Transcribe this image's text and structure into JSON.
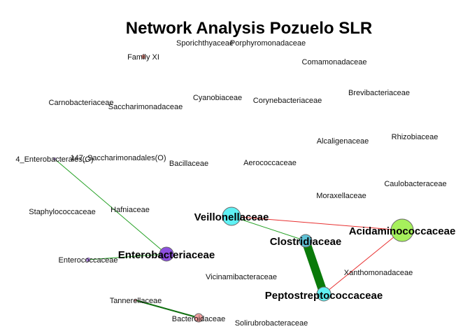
{
  "title": "Network Analysis Pozuelo SLR",
  "nodes": [
    {
      "id": "family_xi",
      "label": "Family XI",
      "color": "#d8847a",
      "highlight": false
    },
    {
      "id": "sporichthyaceae",
      "label": "Sporichthyaceae",
      "color": "",
      "highlight": false
    },
    {
      "id": "porphyromonadaceae",
      "label": "Porphyromonadaceae",
      "color": "",
      "highlight": false
    },
    {
      "id": "comamonadaceae",
      "label": "Comamonadaceae",
      "color": "",
      "highlight": false
    },
    {
      "id": "brevibacteriaceae",
      "label": "Brevibacteriaceae",
      "color": "",
      "highlight": false
    },
    {
      "id": "carnobacteriaceae",
      "label": "Carnobacteriaceae",
      "color": "",
      "highlight": false
    },
    {
      "id": "cyanobiaceae",
      "label": "Cyanobiaceae",
      "color": "",
      "highlight": false
    },
    {
      "id": "corynebacteriaceae",
      "label": "Corynebacteriaceae",
      "color": "",
      "highlight": false
    },
    {
      "id": "saccharimonadaceae",
      "label": "Saccharimonadaceae",
      "color": "",
      "highlight": false
    },
    {
      "id": "rhizobiaceae",
      "label": "Rhizobiaceae",
      "color": "",
      "highlight": false
    },
    {
      "id": "alcaligenaceae",
      "label": "Alcaligenaceae",
      "color": "",
      "highlight": false
    },
    {
      "id": "enterobacterales_o",
      "label": "4_Enterobacterales(O)",
      "color": "#c9a6f0",
      "highlight": false
    },
    {
      "id": "saccharimonadales_o",
      "label": "147_Saccharimonadales(O)",
      "color": "",
      "highlight": false
    },
    {
      "id": "bacillaceae",
      "label": "Bacillaceae",
      "color": "",
      "highlight": false
    },
    {
      "id": "aerococcaceae",
      "label": "Aerococcaceae",
      "color": "",
      "highlight": false
    },
    {
      "id": "caulobacteraceae",
      "label": "Caulobacteraceae",
      "color": "",
      "highlight": false
    },
    {
      "id": "moraxellaceae",
      "label": "Moraxellaceae",
      "color": "",
      "highlight": false
    },
    {
      "id": "staphylococcaceae",
      "label": "Staphylococcaceae",
      "color": "",
      "highlight": false
    },
    {
      "id": "hafniaceae",
      "label": "Hafniaceae",
      "color": "",
      "highlight": false
    },
    {
      "id": "veillonellaceae",
      "label": "Veillonellaceae",
      "color": "#5ff1f4",
      "highlight": true
    },
    {
      "id": "acidaminococcaceae",
      "label": "Acidaminococcaceae",
      "color": "#a6f05c",
      "highlight": true
    },
    {
      "id": "clostridiaceae",
      "label": "Clostridiaceae",
      "color": "#5fc2d6",
      "highlight": true
    },
    {
      "id": "enterobacteriaceae",
      "label": "Enterobacteriaceae",
      "color": "#8d4fe0",
      "highlight": true
    },
    {
      "id": "enterococcaceae",
      "label": "Enterococcaceae",
      "color": "#b98ff0",
      "highlight": false
    },
    {
      "id": "vicinamibacteraceae",
      "label": "Vicinamibacteraceae",
      "color": "",
      "highlight": false
    },
    {
      "id": "xanthomonadaceae",
      "label": "Xanthomonadaceae",
      "color": "",
      "highlight": false
    },
    {
      "id": "peptostreptococcaceae",
      "label": "Peptostreptococcaceae",
      "color": "#5ff1f4",
      "highlight": true
    },
    {
      "id": "tannerellaceae",
      "label": "Tannerellaceae",
      "color": "#e89a9a",
      "highlight": false
    },
    {
      "id": "bacteroidaceae",
      "label": "Bacteroidaceae",
      "color": "#f2a0a0",
      "highlight": false
    },
    {
      "id": "solirubrobacteraceae",
      "label": "Solirubrobacteraceae",
      "color": "",
      "highlight": false
    }
  ],
  "edges": [
    {
      "from": "enterobacterales_o",
      "to": "enterobacteriaceae",
      "color": "#22a022",
      "weight": 1
    },
    {
      "from": "enterococcaceae",
      "to": "enterobacteriaceae",
      "color": "#22a022",
      "weight": 1
    },
    {
      "from": "veillonellaceae",
      "to": "acidaminococcaceae",
      "color": "#e83030",
      "weight": 1
    },
    {
      "from": "veillonellaceae",
      "to": "clostridiaceae",
      "color": "#22a022",
      "weight": 1
    },
    {
      "from": "clostridiaceae",
      "to": "peptostreptococcaceae",
      "color": "#0a7a0a",
      "weight": 12
    },
    {
      "from": "acidaminococcaceae",
      "to": "peptostreptococcaceae",
      "color": "#e83030",
      "weight": 1
    },
    {
      "from": "tannerellaceae",
      "to": "bacteroidaceae",
      "color": "#0e6e0e",
      "weight": 2
    }
  ]
}
